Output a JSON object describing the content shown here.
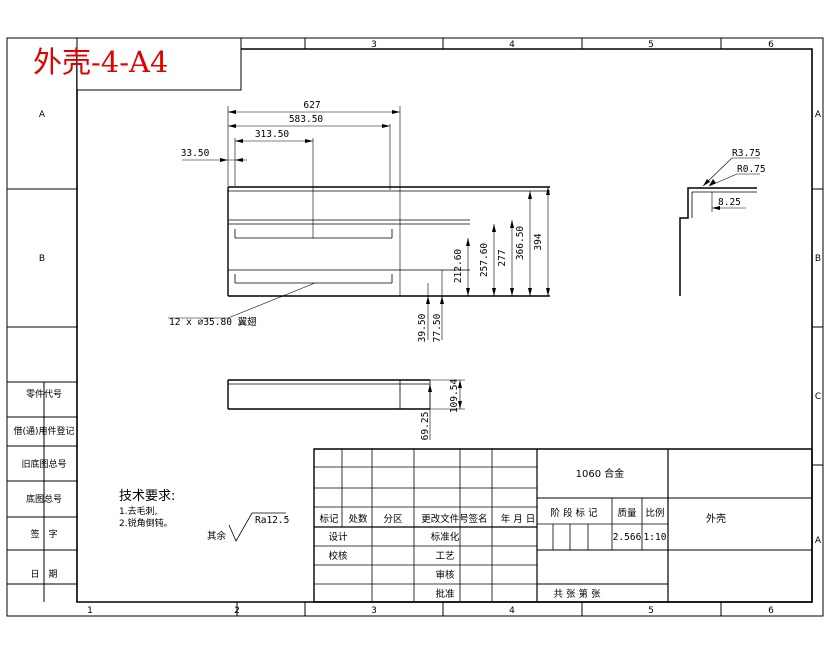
{
  "title": "外壳-4-A4",
  "zone_columns": [
    "1",
    "2",
    "3",
    "4",
    "5",
    "6"
  ],
  "zone_rows": [
    "A",
    "B",
    "C"
  ],
  "left_column_labels": [
    "零件代号",
    "借(通)用件登记",
    "旧底图总号",
    "底图总号",
    "签　字",
    "日　期"
  ],
  "dimensions": {
    "d627": "627",
    "d583_50": "583.50",
    "d313_50": "313.50",
    "d33_50": "33.50",
    "d212_60": "212.60",
    "d257_60": "257.60",
    "d277": "277",
    "d366_50": "366.50",
    "d394": "394",
    "d39_50": "39.50",
    "d77_50": "77.50",
    "slot_note": "12 x ∅35.80 翼翅",
    "d109_54": "109.54",
    "d69_25": "69.25",
    "r3_75": "R3.75",
    "r0_75": "R0.75",
    "d8_25": "8.25"
  },
  "tech": {
    "heading": "技术要求:",
    "item1": "1.去毛刺,",
    "item2": "2.锐角倒钝。"
  },
  "roughness": {
    "prefix": "其余",
    "value": "Ra12.5"
  },
  "title_block": {
    "material": "1060 合金",
    "part_name": "外壳",
    "col_biaoji": "标记",
    "col_chushu": "处数",
    "col_fenqu": "分区",
    "col_gengai": "更改文件号",
    "col_qianming": "签名",
    "col_date": "年 月 日",
    "stage_label": "阶 段 标 记",
    "mass_label": "质量",
    "scale_label": "比例",
    "mass_value": "2.566",
    "scale_value": "1:10",
    "sheji": "设计",
    "biaozhunhua": "标准化",
    "jiaohe": "校核",
    "gongyi": "工艺",
    "shenhe": "审核",
    "pizhun": "批准",
    "sheets": "共  张 第  张"
  }
}
